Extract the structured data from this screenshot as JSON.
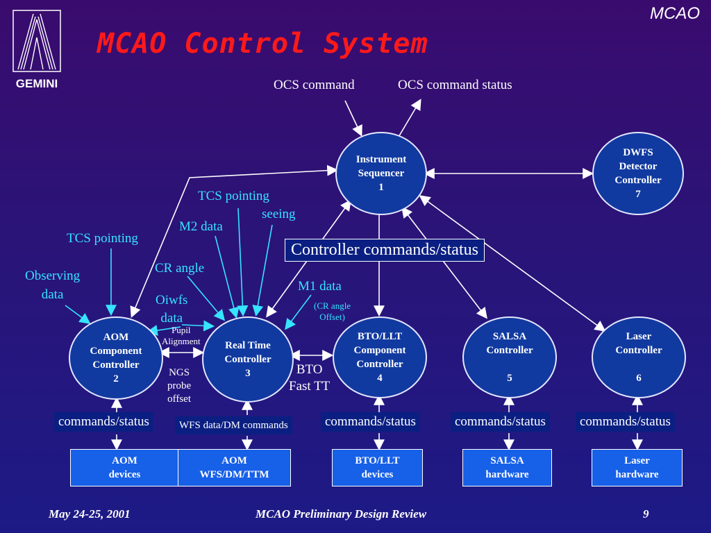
{
  "header": {
    "brand": "MCAO",
    "title": "MCAO Control System",
    "logo_text": "GEMINI"
  },
  "top_labels": {
    "ocs_command": "OCS command",
    "ocs_command_status": "OCS command status"
  },
  "nodes": {
    "instrument_sequencer": "Instrument\nSequencer\n1",
    "dwfs": "DWFS\nDetector\nController\n7",
    "aom": "AOM\nComponent\nController\n2",
    "rtc": "Real Time\nController\n3",
    "bto": "BTO/LLT\nComponent\nController\n4",
    "salsa": "SALSA\nController\n\n5",
    "laser": "Laser\nController\n\n6"
  },
  "controller_commands_status": "Controller commands/status",
  "flow_labels": {
    "tcs_pointing_1": "TCS pointing",
    "seeing": "seeing",
    "m2_data": "M2 data",
    "tcs_pointing_2": "TCS pointing",
    "observing_data": "Observing\ndata",
    "cr_angle": "CR angle",
    "oiwfs_data": "Oiwfs\ndata",
    "m1_data": "M1 data",
    "cr_angle_offset": "(CR angle\nOffset)",
    "pupil_alignment": "Pupil\nAlignment",
    "ngs_probe_offset": "NGS\nprobe\noffset",
    "bto_fast_tt": "BTO\nFast TT"
  },
  "status_labels": {
    "aom": "commands/status",
    "rtc": "WFS data/DM commands",
    "bto": "commands/status",
    "salsa": "commands/status",
    "laser": "commands/status"
  },
  "hardware": {
    "aom_devices": "AOM\ndevices",
    "aom_wfs": "AOM\nWFS/DM/TTM",
    "bto_devices": "BTO/LLT\ndevices",
    "salsa_hw": "SALSA\nhardware",
    "laser_hw": "Laser\nhardware"
  },
  "footer": {
    "date": "May 24-25, 2001",
    "event": "MCAO Preliminary Design Review",
    "page": "9"
  },
  "colors": {
    "title": "#ff1a1a",
    "cyan_label": "#36e4ff",
    "node_fill": "#113aa0",
    "box_fill": "#1760e8"
  }
}
